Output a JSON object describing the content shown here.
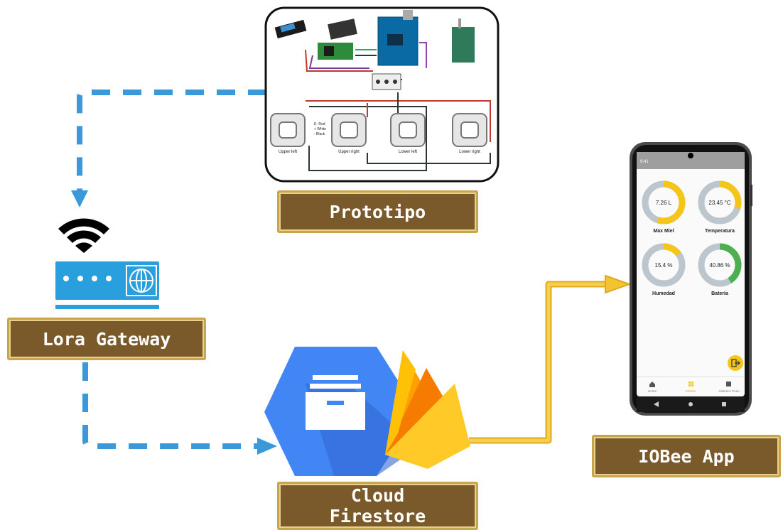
{
  "labels": {
    "prototipo": "Prototipo",
    "gateway": "Lora Gateway",
    "cloud": "Cloud\nFirestore",
    "app": "IOBee App"
  },
  "prototype_board": {
    "load_cells": [
      "Upper left",
      "Upper right",
      "Lower left",
      "Lower right"
    ],
    "wire_legend": [
      "E- Red",
      "+ White",
      "- Black"
    ]
  },
  "phone": {
    "status_left": "9:41",
    "gauges": [
      {
        "value_text": "7.26 L",
        "name": "Max Miel",
        "fill": 0.55,
        "color": "#f5c518"
      },
      {
        "value_text": "23.45 °C",
        "name": "Temperatura",
        "fill": 0.3,
        "color": "#f5c518"
      },
      {
        "value_text": "15.4 %",
        "name": "Humedad",
        "fill": 0.15,
        "color": "#f5c518"
      },
      {
        "value_text": "40.86 %",
        "name": "Batería",
        "fill": 0.41,
        "color": "#4caf50"
      }
    ],
    "nav": [
      "Home",
      "Estado",
      "Historico Peso"
    ]
  },
  "colors": {
    "dashed_link": "#3a9ad9",
    "solid_link": "#f4c430",
    "label_bg": "#7a5a2a",
    "label_border": "#c9a44a",
    "gateway_blue": "#29a0dd",
    "gcp_blue": "#4285f4",
    "firebase_yellow": "#ffca28",
    "firebase_orange": "#f57c00"
  },
  "icons": [
    "wifi-icon",
    "router-icon",
    "globe-icon",
    "archive-icon",
    "firebase-flame-icon",
    "home-icon",
    "grid-icon",
    "logout-icon"
  ]
}
